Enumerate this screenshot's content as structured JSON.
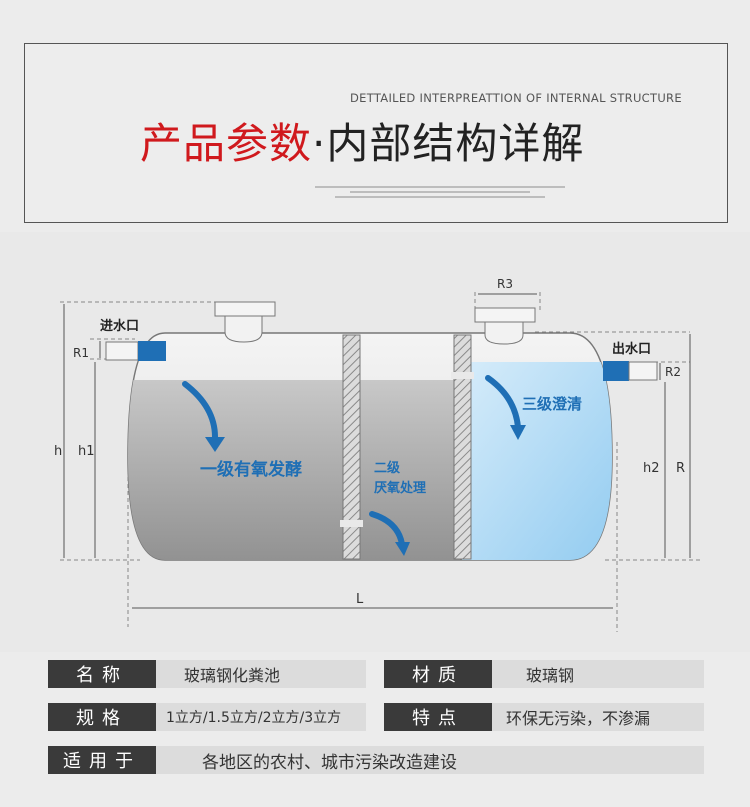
{
  "header": {
    "subtitle": "DETTAILED INTERPREATTION  OF INTERNAL STRUCTURE",
    "title_red": "产品参数",
    "title_dark": "·内部结构详解"
  },
  "diagram": {
    "inlet_label": "进水口",
    "outlet_label": "出水口",
    "stage1": "一级有氧发酵",
    "stage2_line1": "二级",
    "stage2_line2": "厌氧处理",
    "stage3": "三级澄清",
    "dim_R1": "R1",
    "dim_R2": "R2",
    "dim_R3": "R3",
    "dim_h": "h",
    "dim_h1": "h1",
    "dim_h2": "h2",
    "dim_R": "R",
    "dim_L": "L"
  },
  "specs": {
    "name_label": "名称",
    "name_value": "玻璃钢化粪池",
    "material_label": "材质",
    "material_value": "玻璃钢",
    "spec_label": "规格",
    "spec_value": "1立方/1.5立方/2立方/3立方",
    "feature_label": "特点",
    "feature_value": "环保无污染，不渗漏",
    "usage_label": "适用于",
    "usage_value": "各地区的农村、城市污染改造建设"
  },
  "colors": {
    "accent_red": "#d0191d",
    "label_bg": "#3a3a3a",
    "value_bg": "#dcdcdc",
    "arrow_blue": "#1f6fb5"
  }
}
